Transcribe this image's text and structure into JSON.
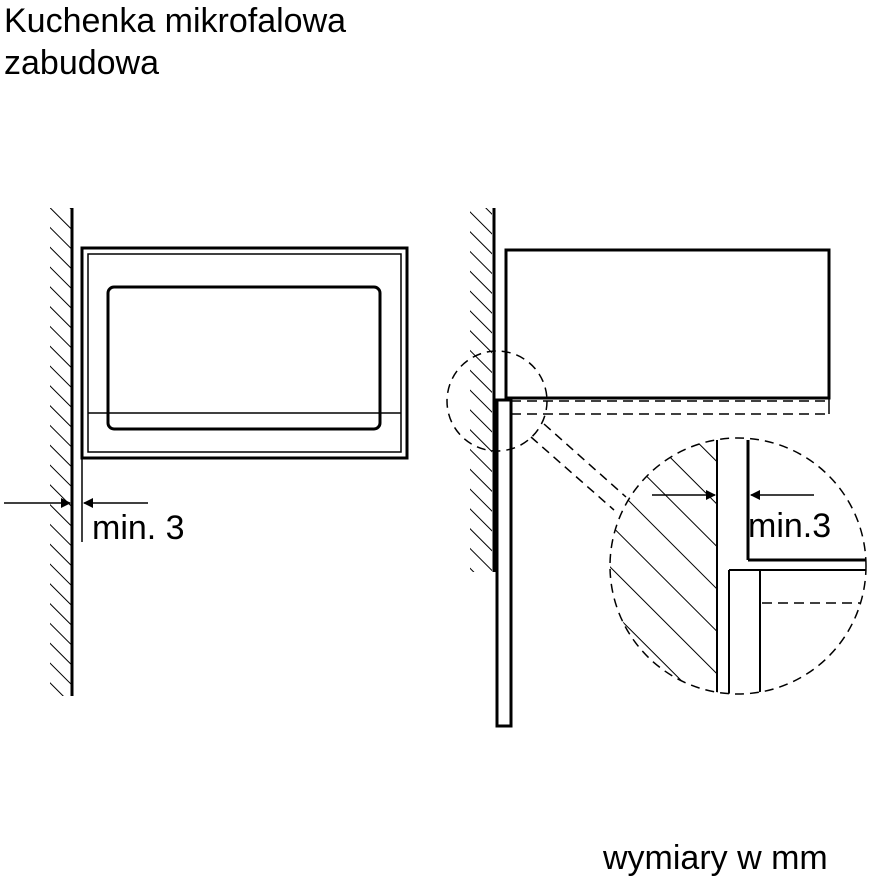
{
  "title": {
    "line1": "Kuchenka mikrofalowa",
    "line2": "zabudowa"
  },
  "left_view": {
    "dimension_label": "min. 3"
  },
  "detail_view": {
    "dimension_label": "min.3"
  },
  "footer": {
    "units_note": "wymiary w mm"
  },
  "colors": {
    "line": "#000000",
    "background": "#ffffff"
  }
}
